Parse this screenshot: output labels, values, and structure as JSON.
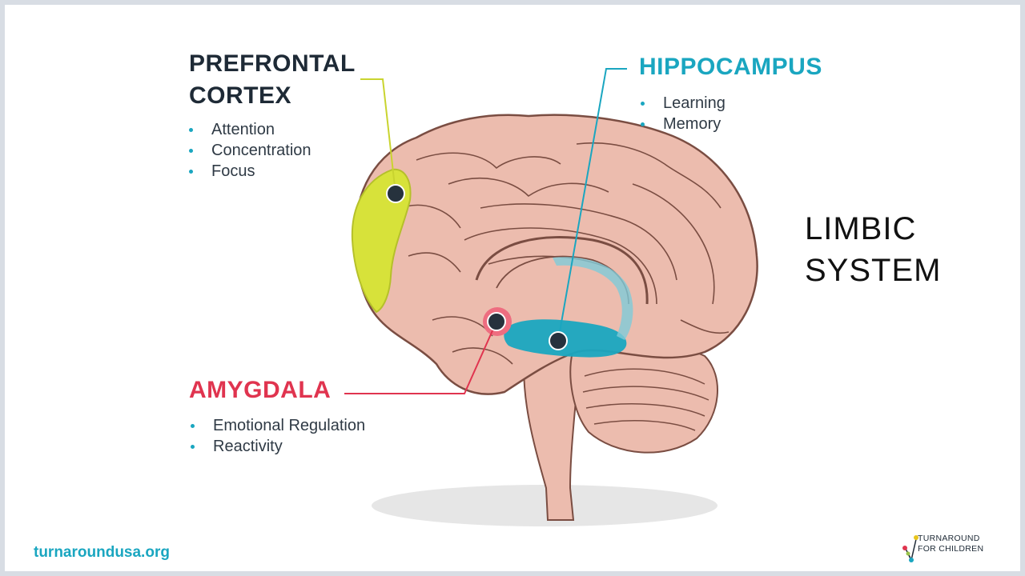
{
  "prefrontal": {
    "title_line1": "PREFRONTAL",
    "title_line2": "CORTEX",
    "items": [
      "Attention",
      "Concentration",
      "Focus"
    ],
    "color": "#d7e23a"
  },
  "hippocampus": {
    "title": "HIPPOCAMPUS",
    "items": [
      "Learning",
      "Memory"
    ],
    "color": "#1aa6c0"
  },
  "amygdala": {
    "title": "AMYGDALA",
    "items": [
      "Emotional Regulation",
      "Reactivity"
    ],
    "color": "#e0344f"
  },
  "system": {
    "line1": "LIMBIC",
    "line2": "SYSTEM"
  },
  "footer": {
    "website": "turnaroundusa.org",
    "logo_line1": "TURNAROUND",
    "logo_line2": "FOR CHILDREN"
  },
  "colors": {
    "brain": "#ecbcae",
    "brain_outline": "#7a4d42",
    "marker": "#26323d",
    "bullet": "#1aa6c0"
  }
}
